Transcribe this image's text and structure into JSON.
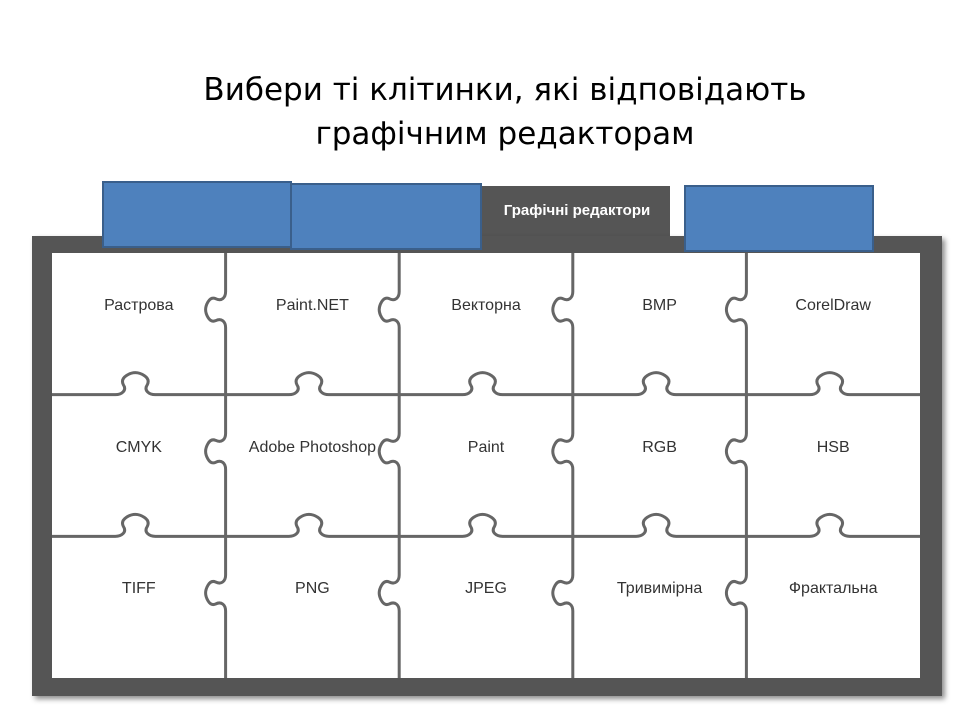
{
  "slide": {
    "title_line1": "Вибери ті клітинки, які відповідають",
    "title_line2": "графічним редакторам"
  },
  "tabs": [
    {
      "label": ""
    },
    {
      "label": ""
    },
    {
      "label": "Графічні редактори"
    },
    {
      "label": ""
    }
  ],
  "grid": {
    "rows": [
      [
        "Растрова",
        "Paint.NET",
        "Векторна",
        "BMP",
        "CorelDraw"
      ],
      [
        "CMYK",
        "Adobe Photoshop",
        "Paint",
        "RGB",
        "HSB"
      ],
      [
        "TIFF",
        "PNG",
        "JPEG",
        "Тривимірна",
        "Фрактальна"
      ]
    ]
  },
  "colors": {
    "frame": "#555555",
    "piece_line": "#666666",
    "cover_box": "#4e81bd"
  }
}
